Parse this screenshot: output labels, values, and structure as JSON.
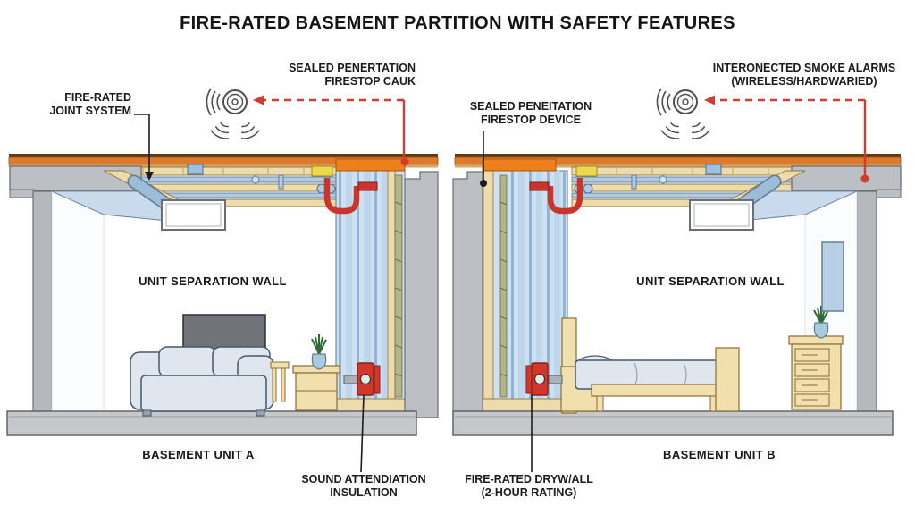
{
  "title": "FIRE-RATED BASEMENT PARTITION WITH SAFETY FEATURES",
  "callouts": {
    "joint_system": {
      "line1": "FIRE-RATED",
      "line2": "JOINT SYSTEM"
    },
    "firestop_caulk": {
      "line1": "SEALED PENERTATION",
      "line2": "FIRESTOP CAUK"
    },
    "firestop_device": {
      "line1": "SEALED PENEITATION",
      "line2": "FIRESTOP DEVICE"
    },
    "smoke_alarms": {
      "line1": "INTERONECTED SMOKE ALARMS",
      "line2": "(WIRELESS/HARDWARIED)"
    },
    "sound_insulation": {
      "line1": "SOUND ATTENDIATION",
      "line2": "INSULATION"
    },
    "drywall": {
      "line1": "FIRE-RATED DRYW/ALL",
      "line2": "(2-HOUR RATING)"
    }
  },
  "units": {
    "a": {
      "name": "BASEMENT UNIT A",
      "wall_label": "UNIT SEPARATION WALL"
    },
    "b": {
      "name": "BASEMENT UNIT B",
      "wall_label": "UNIT SEPARATION WALL"
    }
  },
  "icons": {
    "smoke_alarm": "smoke-alarm-icon"
  },
  "colors": {
    "floor_strip_orange": "#dd7a2e",
    "floor_strip_edge": "#5e3a16",
    "firestop_caulk_orange": "#ee7f1d",
    "concrete_gray": "#bcc0c4",
    "wood_tan": "#eedbab",
    "drywall_blue": "#cfe0f0",
    "pipe_blue": "#9cbcd8",
    "insulation_green": "#b4b488",
    "conduit_red": "#cb342b",
    "callout_red": "#d23b2f",
    "line_black": "#1c1c1c",
    "fabric_blue": "#dfe6ee",
    "furniture_wood": "#f2dfae"
  }
}
